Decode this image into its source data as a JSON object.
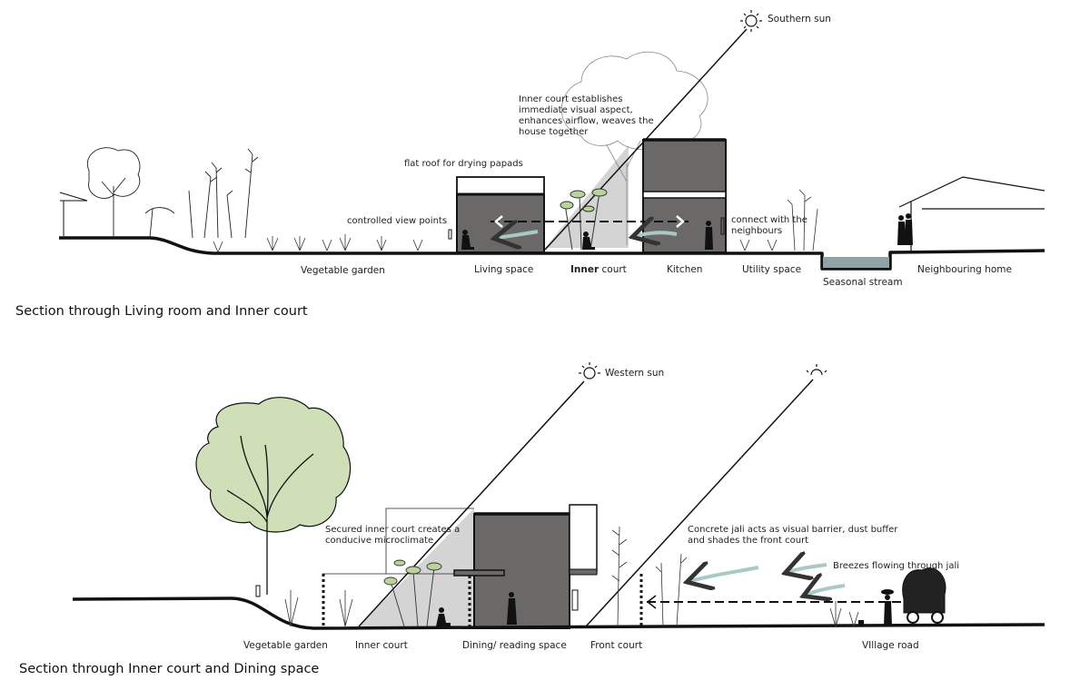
{
  "section1": {
    "title": "Section through Living room and Inner court",
    "sun_label": "Southern sun",
    "notes": {
      "inner_court": "Inner court establishes immediate visual aspect, enhances airflow, weaves the house together",
      "flat_roof": "flat roof for drying papads",
      "view_points": "controlled view points",
      "neighbours": "connect with the neighbours"
    },
    "labels": {
      "vegetable_garden": "Vegetable garden",
      "living_space": "Living space",
      "inner_court_bold": "Inner",
      "inner_court_rest": " court",
      "kitchen": "Kitchen",
      "utility_space": "Utility space",
      "seasonal_stream": "Seasonal stream",
      "neighbouring_home": "Neighbouring  home"
    }
  },
  "section2": {
    "title": "Section through Inner court and Dining space",
    "sun_label": "Western  sun",
    "notes": {
      "microclimate": "Secured inner court creates a conducive microclimate",
      "jali": "Concrete jali acts as visual barrier, dust buffer and shades the front court",
      "breezes": "Breezes flowing through jali"
    },
    "labels": {
      "vegetable_garden": "Vegetable garden",
      "inner_court": "Inner court",
      "dining": "Dining/ reading space",
      "front_court": "Front court",
      "village_road": "VIllage road"
    }
  },
  "colors": {
    "wall_dark": "#6b6868",
    "court_light": "#d4d4d4",
    "tree_canopy": "#cfe0b8",
    "stream": "#8fa3a6",
    "line": "#111111"
  }
}
